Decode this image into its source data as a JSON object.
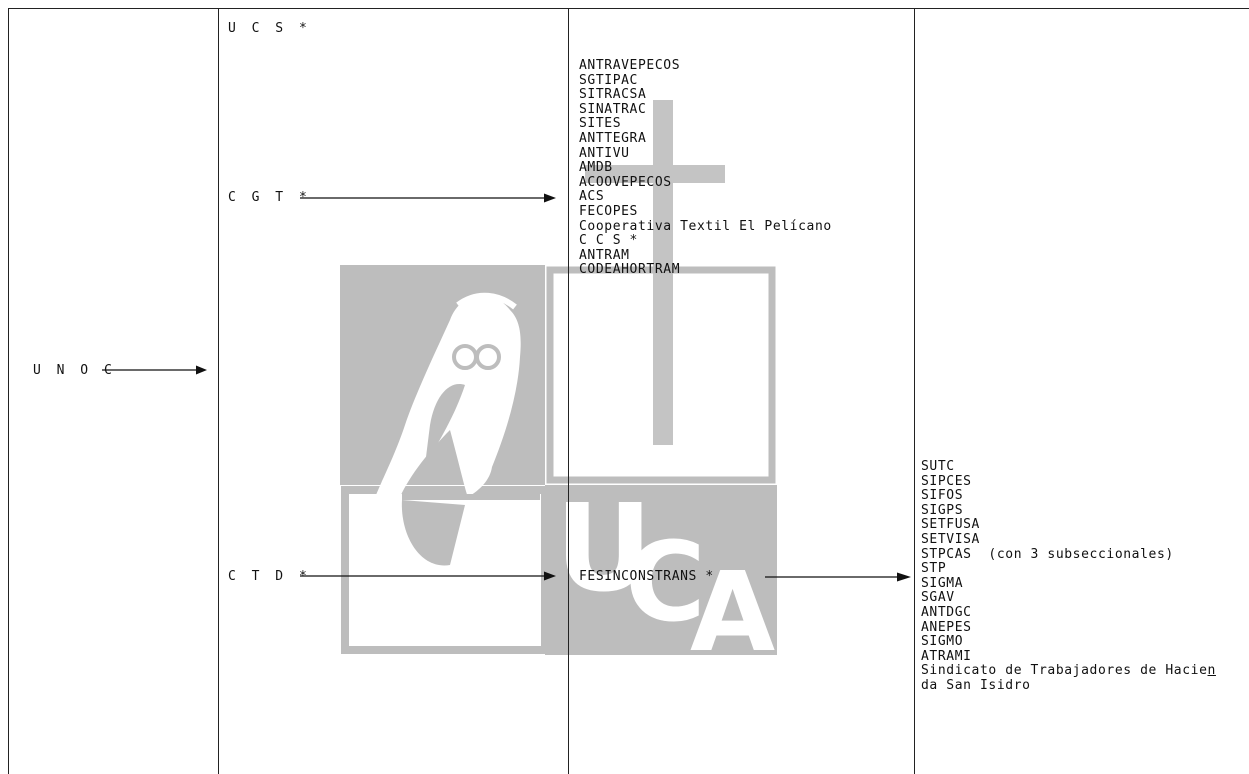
{
  "colors": {
    "ink": "#111111",
    "watermark_gray": "#bdbdbd",
    "watermark_light": "#d7d7d7"
  },
  "icons": {
    "watermark": "uca-owl-cross-watermark-icon"
  },
  "root": {
    "label": "U N O C"
  },
  "centrals": {
    "ucs": "U C S *",
    "cgt": "C G T *",
    "ctd": "C T D *"
  },
  "cgt_members": [
    "ANTRAVEPECOS",
    "SGTIPAC",
    "SITRACSA",
    "SINATRAC",
    "SITES",
    "ANTTEGRA",
    "ANTIVU",
    "AMDB",
    "ACOOVEPECOS",
    "ACS",
    "FECOPES",
    "Cooperativa Textil El Pelícano",
    "C C S *",
    "ANTRAM",
    "CODEAHORTRAM"
  ],
  "ctd_member": "FESINCONSTRANS *",
  "fesinconstrans_members": [
    "SUTC",
    "SIPCES",
    "SIFOS",
    "SIGPS",
    "SETFUSA",
    "SETVISA",
    "STPCAS  (con 3 subseccionales)",
    "STP",
    "SIGMA",
    "SGAV",
    "ANTDGC",
    "ANEPES",
    "SIGMO",
    "ATRAMI"
  ],
  "last_member": {
    "line1": "Sindicato de Trabajadores de Hacie",
    "line1_underlined": "n",
    "line2": "da San Isidro"
  }
}
